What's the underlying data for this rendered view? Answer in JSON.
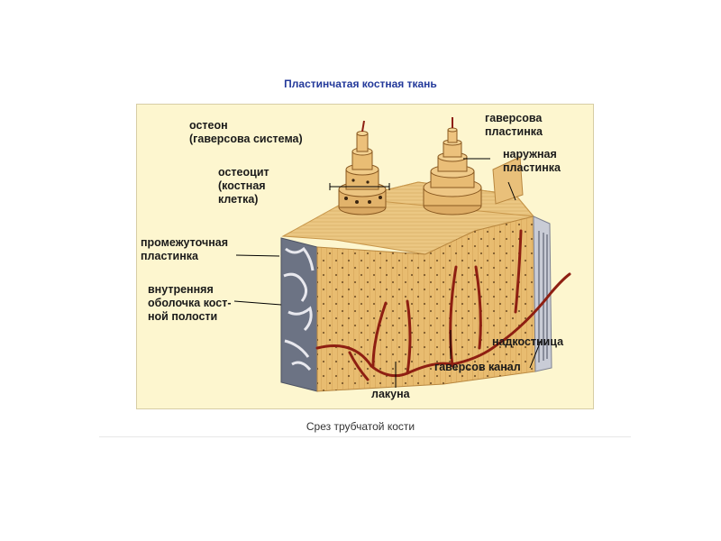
{
  "title": "Пластинчатая костная ткань",
  "caption": "Срез трубчатой кости",
  "labels": {
    "osteon": "остеон\n(гаверсова система)",
    "osteocyte": "остеоцит\n(костная\nклетка)",
    "intermediate_lamella": "промежуточная\nпластинка",
    "inner_membrane": "внутренняя\nоболочка кост-\nной полости",
    "haversian_lamella": "гаверсова\nпластинка",
    "outer_lamella": "наружная\nпластинка",
    "periosteum": "надкостница",
    "haversian_canal": "гаверсов канал",
    "lacuna": "лакуна"
  },
  "colors": {
    "title": "#23399a",
    "bone": "#e6b86a",
    "vessel": "#8e1f12",
    "frame_bg": "#fdf6cf"
  }
}
